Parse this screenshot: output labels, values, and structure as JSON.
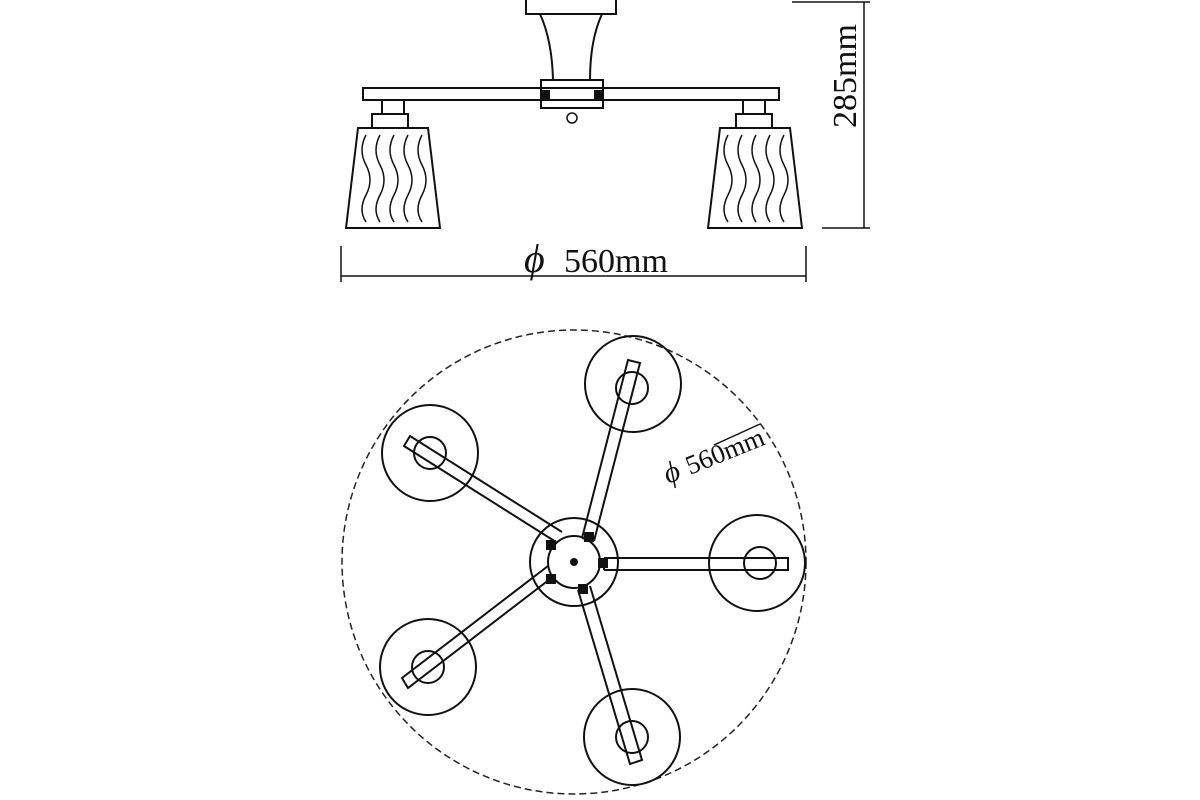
{
  "side_view": {
    "width_dimension": {
      "symbol": "ϕ",
      "value": "560mm"
    },
    "height_dimension": {
      "value": "285mm"
    }
  },
  "top_view": {
    "diameter_dimension": {
      "symbol": "ϕ",
      "value": "560mm"
    },
    "arm_count": 5
  }
}
